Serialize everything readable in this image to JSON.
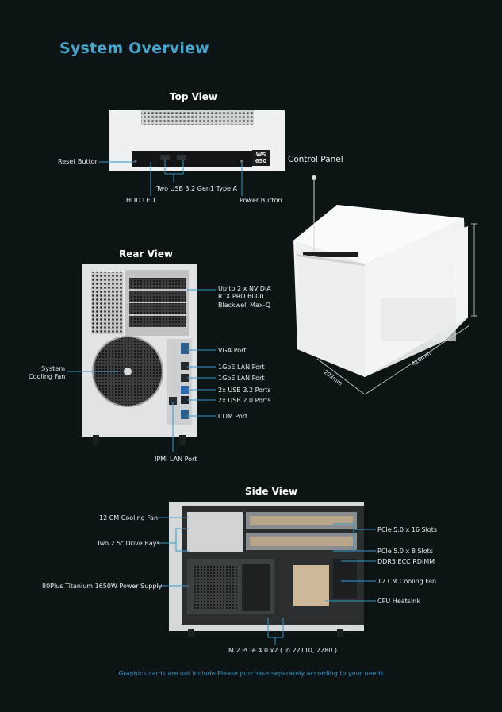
{
  "page_title": "System Overview",
  "top_view": {
    "heading": "Top View",
    "badge_top": "WS",
    "badge_bottom": "650",
    "labels": {
      "reset": "Reset Button",
      "usb": "Two USB 3.2 Gen1 Type A",
      "hdd": "HDD LED",
      "power": "Power Button"
    }
  },
  "control_panel": "Control Panel",
  "dims": {
    "height": "286 ± 22 mm",
    "depth": "410mm",
    "width": "203mm"
  },
  "rear_view": {
    "heading": "Rear View",
    "gpu_lines": [
      "Up to 2 x NVIDIA",
      "RTX PRO 6000",
      "Blackwell Max-Q"
    ],
    "fan_lines": [
      "System",
      "Cooling Fan"
    ],
    "vga": "VGA Port",
    "lan1": "1GbE LAN Port",
    "lan2": "1GbE LAN Port",
    "usb32": "2x USB 3.2 Ports",
    "usb20": "2x USB 2.0 Ports",
    "com": "COM Port",
    "ipmi": "IPMI LAN Port"
  },
  "side_view": {
    "heading": "Side View",
    "fan_top": "12 CM Cooling Fan",
    "drive_bays": "Two 2.5\" Drive Bays",
    "psu": "80Plus Titanium 1650W Power Supply",
    "pcie16": "PCIe 5.0 x 16 Slots",
    "pcie8": "PCIe 5.0 x 8 Slots",
    "ddr5": "DDR5 ECC RDIMM",
    "fan_right": "12 CM Cooling Fan",
    "heatsink": "CPU Heatsink",
    "m2": "M.2 PCIe 4.0 x2 ( in 22110, 2280 )"
  },
  "footer_note": "Graphics cards are not include.Please purchase separately according to your needs",
  "colors": {
    "accent": "#4aa3c8",
    "line": "#3a95c6",
    "background": "#0c1416"
  }
}
